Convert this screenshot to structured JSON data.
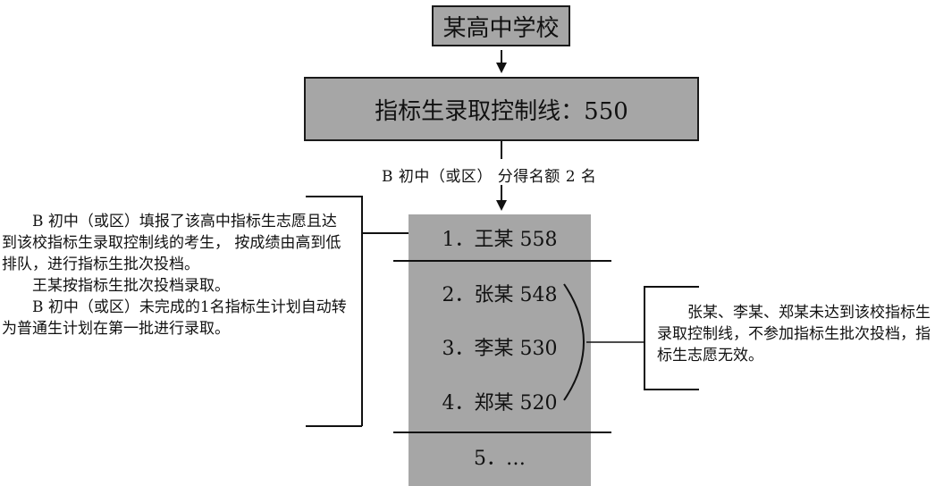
{
  "school": {
    "name": "某高中学校"
  },
  "control_line": {
    "text": "指标生录取控制线：550"
  },
  "quota": {
    "text": "B 初中（或区）  分得名额 2 名"
  },
  "ranking": [
    {
      "text": "1．王某 558"
    },
    {
      "text": "2．张某 548"
    },
    {
      "text": "3．李某 530"
    },
    {
      "text": "4．郑某 520"
    },
    {
      "text": "5．…"
    }
  ],
  "left_note": {
    "paragraphs": [
      "B 初中（或区）填报了该高中指标生志愿且达到该校指标生录取控制线的考生， 按成绩由高到低排队，进行指标生批次投档。",
      "王某按指标生批次投档录取。",
      "B 初中（或区）未完成的1名指标生计划自动转为普通生计划在第一批进行录取。"
    ]
  },
  "right_note": {
    "text": "张某、李某、郑某未达到该校指标生录取控制线，不参加指标生批次投档，指标生志愿无效。"
  },
  "colors": {
    "box_fill": "#a6a6a6",
    "line": "#111111"
  }
}
